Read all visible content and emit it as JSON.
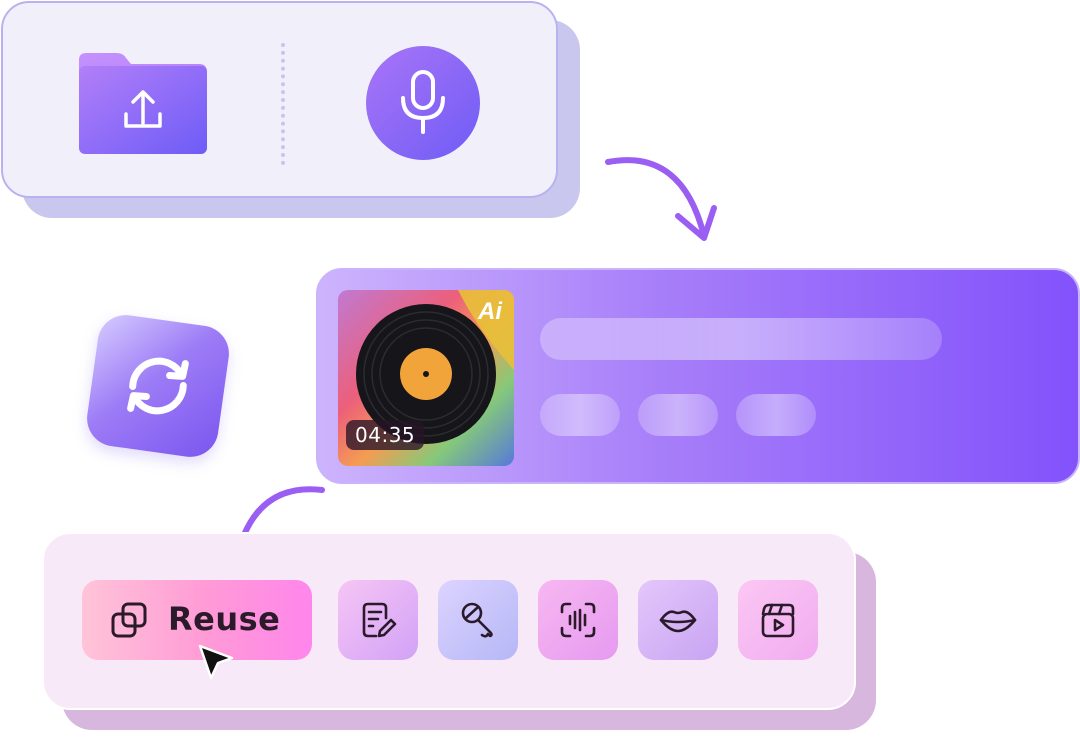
{
  "input_card": {
    "upload_icon": "folder-upload-icon",
    "mic_icon": "microphone-icon"
  },
  "convert_badge": {
    "icon": "refresh-icon"
  },
  "media_card": {
    "album_badge": "Ai",
    "duration": "04:35",
    "album_icon": "vinyl-record-icon"
  },
  "toolbar": {
    "reuse_label": "Reuse",
    "reuse_icon": "copy-icon",
    "tools": [
      {
        "name": "edit-document-icon"
      },
      {
        "name": "microphone-voice-icon"
      },
      {
        "name": "audio-waveform-icon"
      },
      {
        "name": "lips-icon"
      },
      {
        "name": "video-clapper-icon"
      }
    ]
  },
  "colors": {
    "accent_purple": "#7b56ef",
    "mic_gradient_start": "#a975f7",
    "mic_gradient_end": "#6f5cf6",
    "reuse_gradient_start": "#ffc4d8",
    "reuse_gradient_end": "#ff86ec",
    "arrow": "#9b5ef2"
  }
}
